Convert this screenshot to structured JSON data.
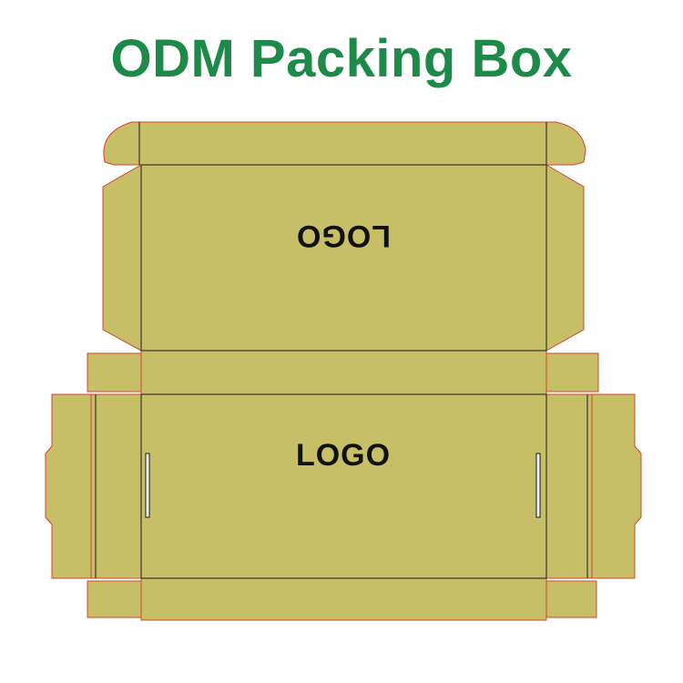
{
  "title": "ODM Packing Box",
  "title_color": "#1e8a4a",
  "lid_logo": "LOGO",
  "base_logo": "LOGO",
  "colors": {
    "board": "#c6bf67",
    "cut_line": "#d0452f",
    "fold_line": "#1a1a1a",
    "logo": "#111111",
    "slot": "#ffffff"
  },
  "icons": {
    "logo_text_lid": "mirrored-upside-down",
    "logo_text_base": "upright"
  }
}
